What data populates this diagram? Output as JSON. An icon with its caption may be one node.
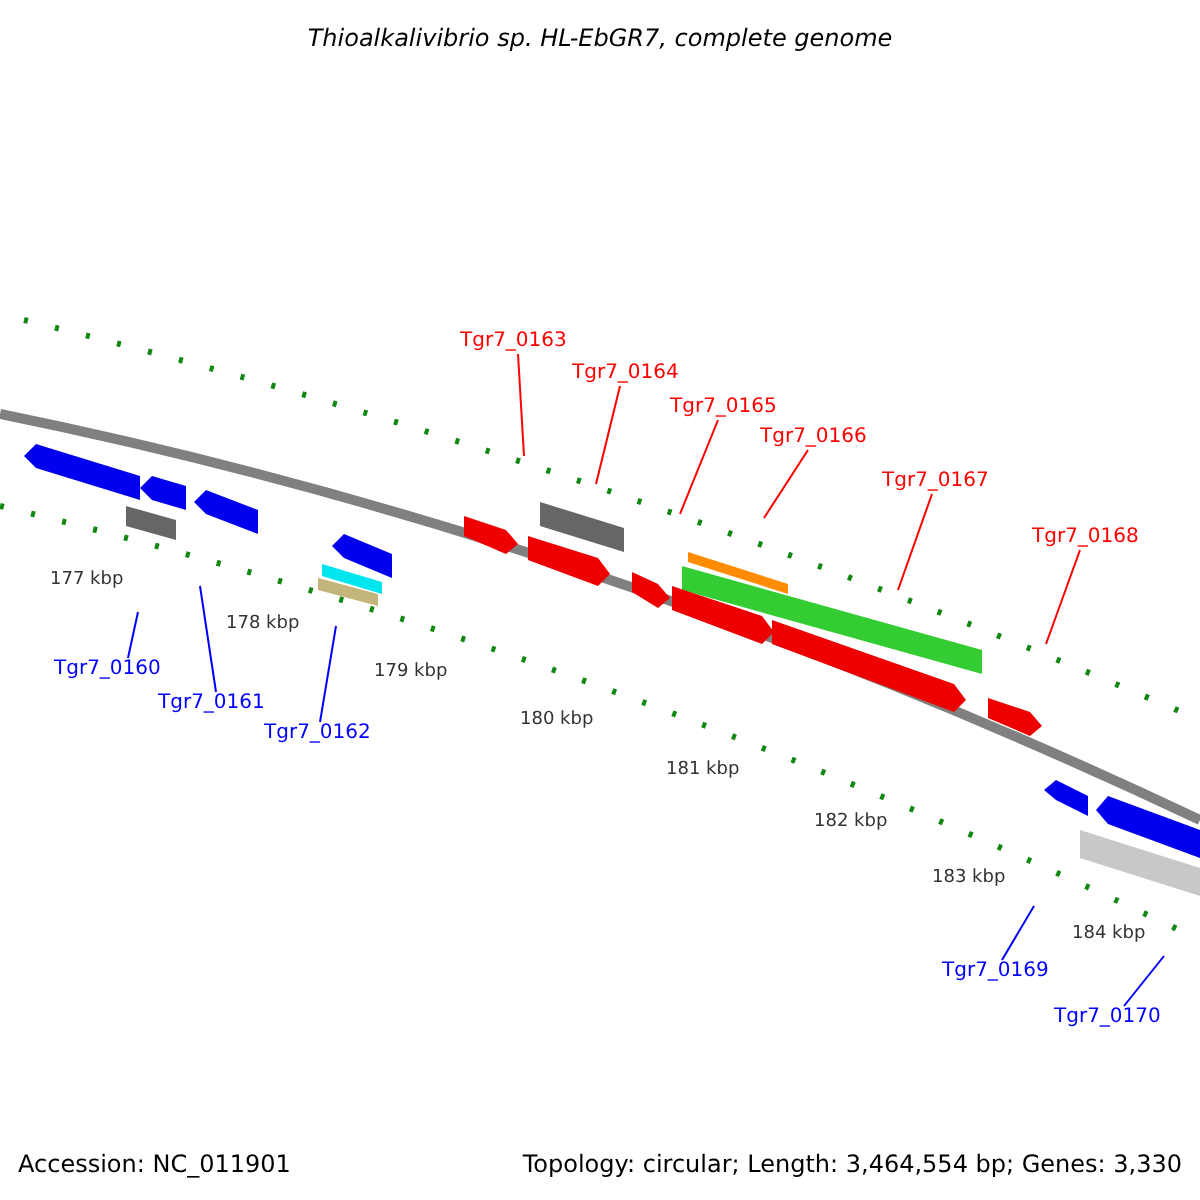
{
  "diagram": {
    "title": "Thioalkalivibrio sp. HL-EbGR7, complete genome",
    "nodes": [
      {
        "text": [
          "Tgr7_0160"
        ]
      },
      {
        "text": [
          "Tgr7_0161"
        ]
      },
      {
        "text": [
          "Tgr7_0162"
        ]
      },
      {
        "text": [
          "Tgr7_0163"
        ]
      },
      {
        "text": [
          "Tgr7_0164"
        ]
      },
      {
        "text": [
          "Tgr7_0165"
        ]
      },
      {
        "text": [
          "Tgr7_0166"
        ]
      },
      {
        "text": [
          "Tgr7_0167"
        ]
      },
      {
        "text": [
          "Tgr7_0168"
        ]
      },
      {
        "text": [
          "Tgr7_0169"
        ]
      },
      {
        "text": [
          "Tgr7_0170"
        ]
      }
    ],
    "edges": [
      {
        "from": 0,
        "to": null,
        "arrow": "none",
        "color": "#0000ff"
      },
      {
        "from": 1,
        "to": null,
        "arrow": "none",
        "color": "#0000ff"
      },
      {
        "from": 2,
        "to": null,
        "arrow": "none",
        "color": "#0000ff"
      },
      {
        "from": 3,
        "to": null,
        "arrow": "none",
        "color": "#ff0000"
      },
      {
        "from": 4,
        "to": null,
        "arrow": "none",
        "color": "#ff0000"
      },
      {
        "from": 5,
        "to": null,
        "arrow": "none",
        "color": "#ff0000"
      },
      {
        "from": 6,
        "to": null,
        "arrow": "none",
        "color": "#ff0000"
      },
      {
        "from": 7,
        "to": null,
        "arrow": "none",
        "color": "#ff0000"
      },
      {
        "from": 8,
        "to": null,
        "arrow": "none",
        "color": "#ff0000"
      },
      {
        "from": 9,
        "to": null,
        "arrow": "none",
        "color": "#0000ff"
      },
      {
        "from": 10,
        "to": null,
        "arrow": "none",
        "color": "#0000ff"
      }
    ],
    "labels": [
      "177 kbp",
      "178 kbp",
      "179 kbp",
      "180 kbp",
      "181 kbp",
      "182 kbp",
      "183 kbp",
      "184 kbp",
      "Accession: NC_011901",
      "Topology: circular; Length: 3,464,554 bp; Genes: 3,330"
    ]
  }
}
